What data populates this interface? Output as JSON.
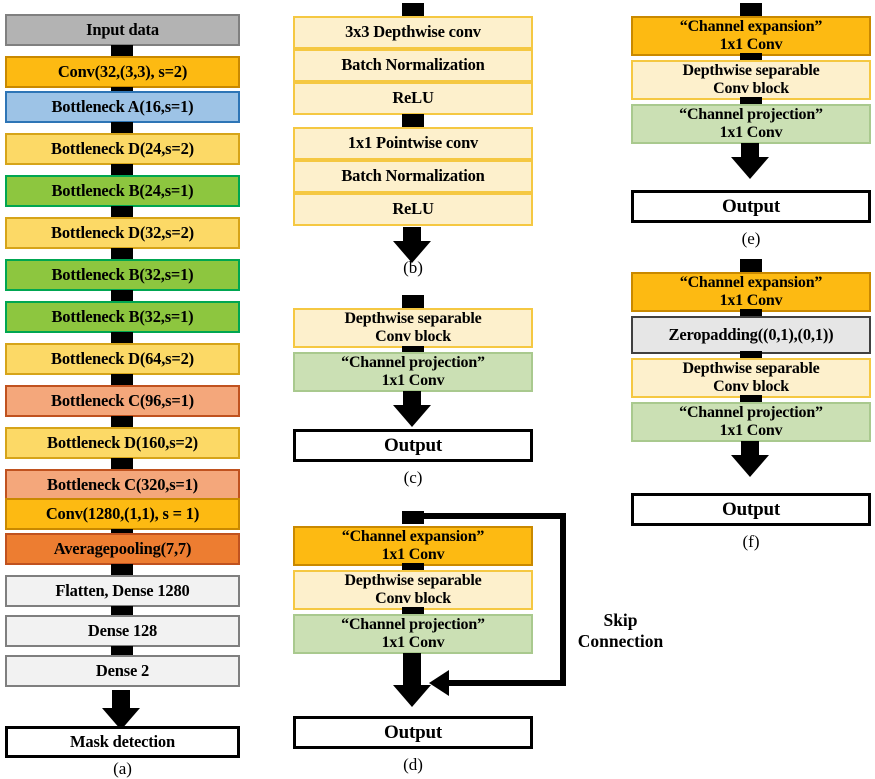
{
  "figure": {
    "title": "MobileNetV2-based mask detection architecture and building blocks",
    "colors": {
      "grey_input": "#b3b3b3",
      "grey_input_border": "#808080",
      "orange_conv": "#FDBA12",
      "orange_conv_border": "#C98900",
      "blue": "#9DC3E6",
      "blue_border": "#2E75B6",
      "yellow": "#FCD966",
      "yellow_border": "#D6A419",
      "green": "#8DC63F",
      "green_border": "#00A651",
      "salmon": "#F4A77B",
      "salmon_border": "#C0521F",
      "deep_orange": "#ED7D31",
      "deep_orange_border": "#C0521F",
      "light_grey": "#F2F2F2",
      "light_grey_border": "#7F7F7F",
      "cream": "#FDF0CC",
      "cream_border": "#F5C842",
      "pale_green": "#CBE0B4",
      "pale_green_border": "#A9C98E",
      "white": "#FFFFFF",
      "black": "#000000",
      "zeropad_grey": "#E6E6E6",
      "zeropad_border": "#404040"
    }
  },
  "panel_a": {
    "caption": "(a)",
    "nodes": [
      {
        "label": "Input data",
        "style": "grey_input"
      },
      {
        "label": "Conv(32,(3,3), s=2)",
        "style": "orange_conv"
      },
      {
        "label": "Bottleneck A(16,s=1)",
        "style": "blue"
      },
      {
        "label": "Bottleneck D(24,s=2)",
        "style": "yellow"
      },
      {
        "label": "Bottleneck B(24,s=1)",
        "style": "green"
      },
      {
        "label": "Bottleneck D(32,s=2)",
        "style": "yellow"
      },
      {
        "label": "Bottleneck B(32,s=1)",
        "style": "green"
      },
      {
        "label": "Bottleneck B(32,s=1)",
        "style": "green"
      },
      {
        "label": "Bottleneck D(64,s=2)",
        "style": "yellow"
      },
      {
        "label": "Bottleneck C(96,s=1)",
        "style": "salmon"
      },
      {
        "label": "Bottleneck D(160,s=2)",
        "style": "yellow"
      },
      {
        "label": "Bottleneck C(320,s=1)",
        "style": "salmon"
      },
      {
        "label": "Conv(1280,(1,1), s = 1)",
        "style": "orange_conv"
      },
      {
        "label": "Averagepooling(7,7)",
        "style": "deep_orange"
      },
      {
        "label": "Flatten, Dense 1280",
        "style": "light_grey"
      },
      {
        "label": "Dense 128",
        "style": "light_grey"
      },
      {
        "label": "Dense 2",
        "style": "light_grey"
      }
    ],
    "output": {
      "label": "Mask detection",
      "style": "white"
    }
  },
  "panel_b": {
    "caption": "(b)",
    "group1": [
      {
        "label": "3x3 Depthwise conv",
        "style": "cream"
      },
      {
        "label": "Batch Normalization",
        "style": "cream"
      },
      {
        "label": "ReLU",
        "style": "cream"
      }
    ],
    "group2": [
      {
        "label": "1x1 Pointwise conv",
        "style": "cream"
      },
      {
        "label": "Batch Normalization",
        "style": "cream"
      },
      {
        "label": "ReLU",
        "style": "cream"
      }
    ]
  },
  "panel_c": {
    "caption": "(c)",
    "nodes": [
      {
        "line1": "Depthwise separable",
        "line2": "Conv block",
        "style": "cream"
      },
      {
        "line1": "“Channel projection”",
        "line2": "1x1 Conv",
        "style": "pale_green"
      }
    ],
    "output": {
      "label": "Output",
      "style": "white"
    }
  },
  "panel_d": {
    "caption": "(d)",
    "skip_label_line1": "Skip",
    "skip_label_line2": "Connection",
    "nodes": [
      {
        "line1": "“Channel expansion”",
        "line2": "1x1 Conv",
        "style": "orange_conv"
      },
      {
        "line1": "Depthwise separable",
        "line2": "Conv block",
        "style": "cream"
      },
      {
        "line1": "“Channel projection”",
        "line2": "1x1 Conv",
        "style": "pale_green"
      }
    ],
    "output": {
      "label": "Output",
      "style": "white"
    }
  },
  "panel_e": {
    "caption": "(e)",
    "nodes": [
      {
        "line1": "“Channel expansion”",
        "line2": "1x1 Conv",
        "style": "orange_conv"
      },
      {
        "line1": "Depthwise separable",
        "line2": "Conv block",
        "style": "cream"
      },
      {
        "line1": "“Channel projection”",
        "line2": "1x1 Conv",
        "style": "pale_green"
      }
    ],
    "output": {
      "label": "Output",
      "style": "white"
    }
  },
  "panel_f": {
    "caption": "(f)",
    "nodes": [
      {
        "line1": "“Channel expansion”",
        "line2": "1x1 Conv",
        "style": "orange_conv"
      },
      {
        "line1": "Zeropadding((0,1),(0,1))",
        "line2": "",
        "style": "zeropad"
      },
      {
        "line1": "Depthwise separable",
        "line2": "Conv block",
        "style": "cream"
      },
      {
        "line1": "“Channel projection”",
        "line2": "1x1 Conv",
        "style": "pale_green"
      }
    ],
    "output": {
      "label": "Output",
      "style": "white"
    }
  }
}
